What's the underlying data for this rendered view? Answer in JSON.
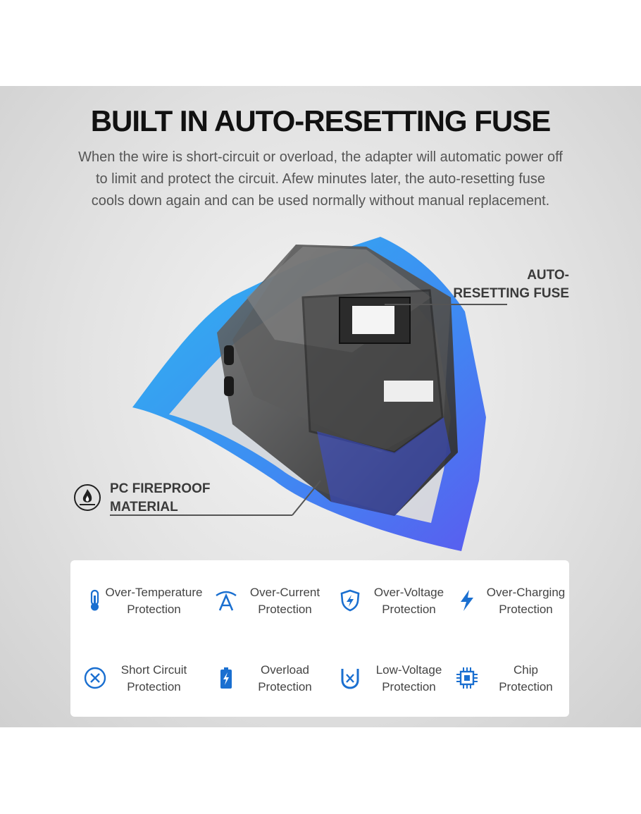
{
  "header": {
    "title": "BUILT IN AUTO-RESETTING FUSE",
    "description": "When the wire is short-circuit or overload, the adapter will automatic power off to limit and protect the circuit. Afew minutes later, the auto-resetting fuse cools down again and can be used normally without manual replacement."
  },
  "callouts": {
    "fuse_line1": "AUTO-",
    "fuse_line2": "RESETTING FUSE",
    "fire_line1": "PC FIREPROOF",
    "fire_line2": "MATERIAL",
    "fire_icon": "flame-shield-icon"
  },
  "features": [
    {
      "icon": "thermometer-icon",
      "line1": "Over-Temperature",
      "line2": "Protection"
    },
    {
      "icon": "arch-a-icon",
      "line1": "Over-Current",
      "line2": "Protection"
    },
    {
      "icon": "shield-bolt-icon",
      "line1": "Over-Voltage",
      "line2": "Protection"
    },
    {
      "icon": "lightning-icon",
      "line1": "Over-Charging",
      "line2": "Protection"
    },
    {
      "icon": "circle-x-icon",
      "line1": "Short Circuit",
      "line2": "Protection"
    },
    {
      "icon": "battery-bolt-icon",
      "line1": "Overload",
      "line2": "Protection"
    },
    {
      "icon": "magnet-x-icon",
      "line1": "Low-Voltage",
      "line2": "Protection"
    },
    {
      "icon": "chip-icon",
      "line1": "Chip",
      "line2": "Protection"
    }
  ],
  "colors": {
    "accent": "#1a6fd0",
    "shield_light": "#2fb6f0",
    "shield_dark": "#3d5af0"
  }
}
